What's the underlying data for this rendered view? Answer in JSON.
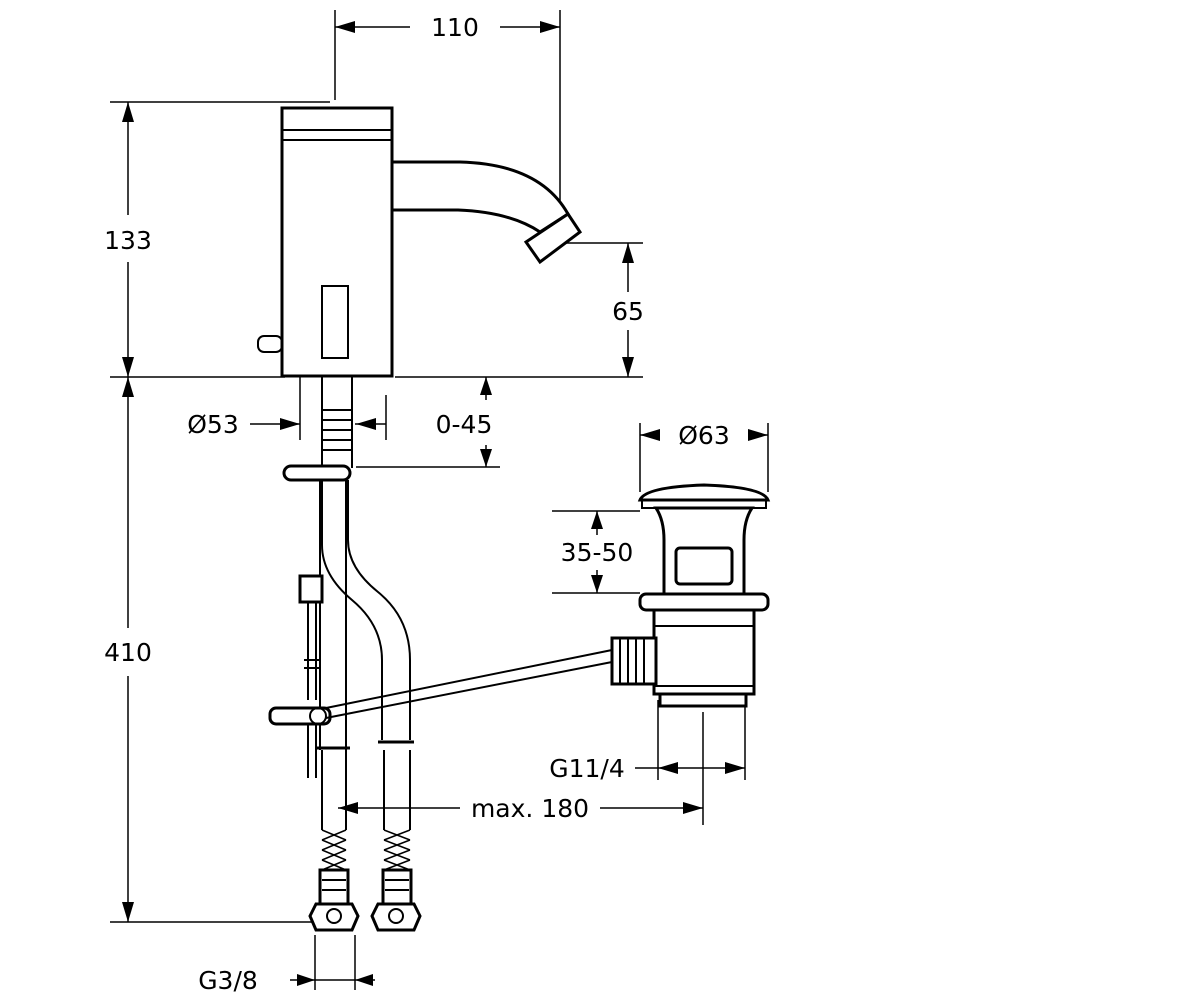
{
  "dimensions": {
    "spout_reach": "110",
    "body_height": "133",
    "spout_height": "65",
    "body_diameter": "Ø53",
    "deck_thickness": "0-45",
    "total_height": "410",
    "waste_plug_diameter": "Ø63",
    "waste_adjust": "35-50",
    "waste_thread": "G11/4",
    "rod_length": "max. 180",
    "supply_thread": "G3/8"
  },
  "colors": {
    "line": "#000000",
    "background": "#ffffff"
  }
}
